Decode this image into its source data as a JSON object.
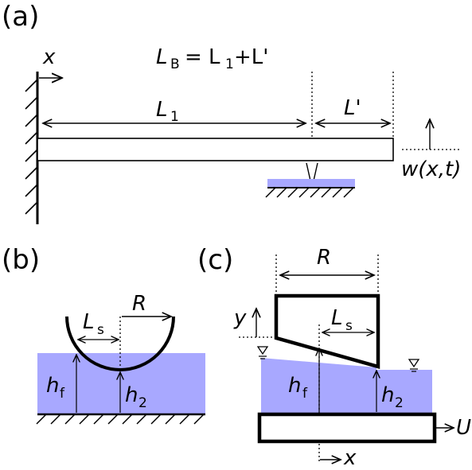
{
  "panels": {
    "a": {
      "tag": "(a)",
      "equation": "L_B = L_1 + L'",
      "x_label": "x",
      "l1_label": "L",
      "l1_sub": "1",
      "lprime_label": "L'",
      "deflection_label": "w(x,t)",
      "eq_L": "L",
      "eq_B": "B",
      "eq_rhs": "= L",
      "eq_1": "1",
      "eq_plus": "+L'"
    },
    "b": {
      "tag": "(b)",
      "r_label": "R",
      "ls_label": "L",
      "ls_sub": "s",
      "hf_label": "h",
      "hf_sub": "f",
      "h2_label": "h",
      "h2_sub": "2"
    },
    "c": {
      "tag": "(c)",
      "r_label": "R",
      "y_label": "y",
      "ls_label": "L",
      "ls_sub": "s",
      "hf_label": "h",
      "hf_sub": "f",
      "h2_label": "h",
      "h2_sub": "2",
      "u_label": "U",
      "x_label": "x"
    }
  },
  "colors": {
    "fluid": "#a8a8ff",
    "line": "#000000",
    "background": "#ffffff"
  }
}
